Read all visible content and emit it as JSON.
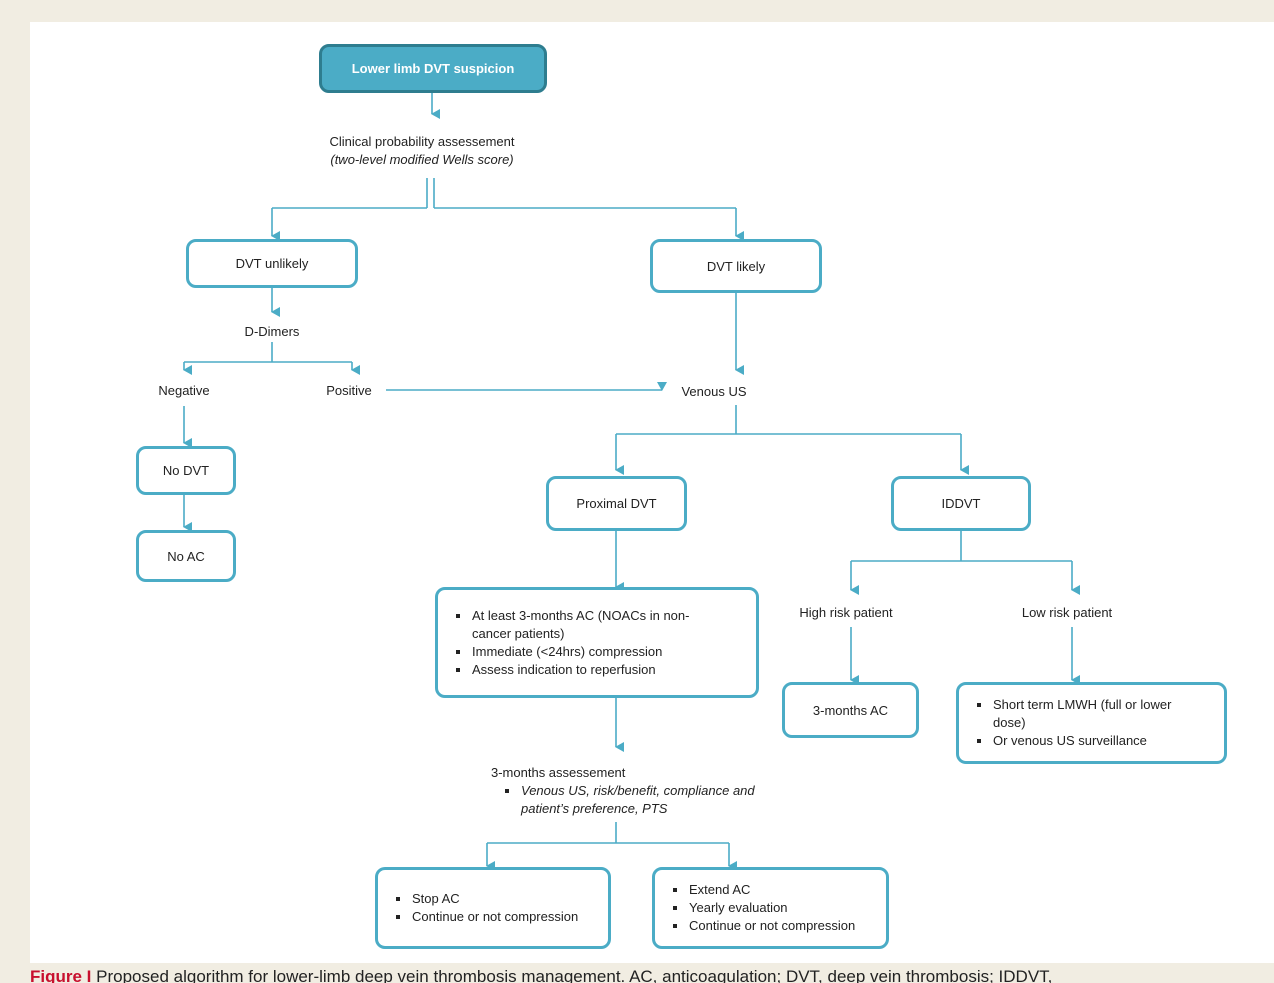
{
  "nodes": {
    "top": "Lower limb DVT suspicion",
    "clinical_title": "Clinical probability assessement",
    "clinical_sub": "(two-level modified Wells score)",
    "dvt_unlikely": "DVT unlikely",
    "dvt_likely": "DVT likely",
    "d_dimers": "D-Dimers",
    "negative": "Negative",
    "positive": "Positive",
    "venous_us": "Venous US",
    "no_dvt": "No DVT",
    "no_ac": "No AC",
    "proximal_dvt": "Proximal DVT",
    "iddvt": "IDDVT",
    "high_risk": "High risk patient",
    "low_risk": "Low risk patient",
    "three_months_ac": "3-months AC",
    "assessment_title": "3-months assessement",
    "assessment_item": "Venous US, risk/benefit, compliance and patient’s preference, PTS"
  },
  "proximal_treatment": [
    "At least 3-months AC (NOACs in non-cancer patients)",
    "Immediate (<24hrs) compression",
    "Assess indication to reperfusion"
  ],
  "low_risk_treatment": [
    "Short term LMWH (full or lower dose)",
    "Or venous US surveillance"
  ],
  "stop_box": [
    "Stop AC",
    "Continue or not compression"
  ],
  "extend_box": [
    "Extend AC",
    "Yearly evaluation",
    "Continue or not compression"
  ],
  "caption": {
    "figure_label": "Figure I",
    "text": "Proposed algorithm for lower-limb deep vein thrombosis management. AC, anticoagulation; DVT, deep vein thrombosis; IDDVT,"
  },
  "colors": {
    "accent": "#4bacc6",
    "accent_dark": "#2e7d8f",
    "figure_label": "#c8102e",
    "background": "#f1ede2"
  }
}
